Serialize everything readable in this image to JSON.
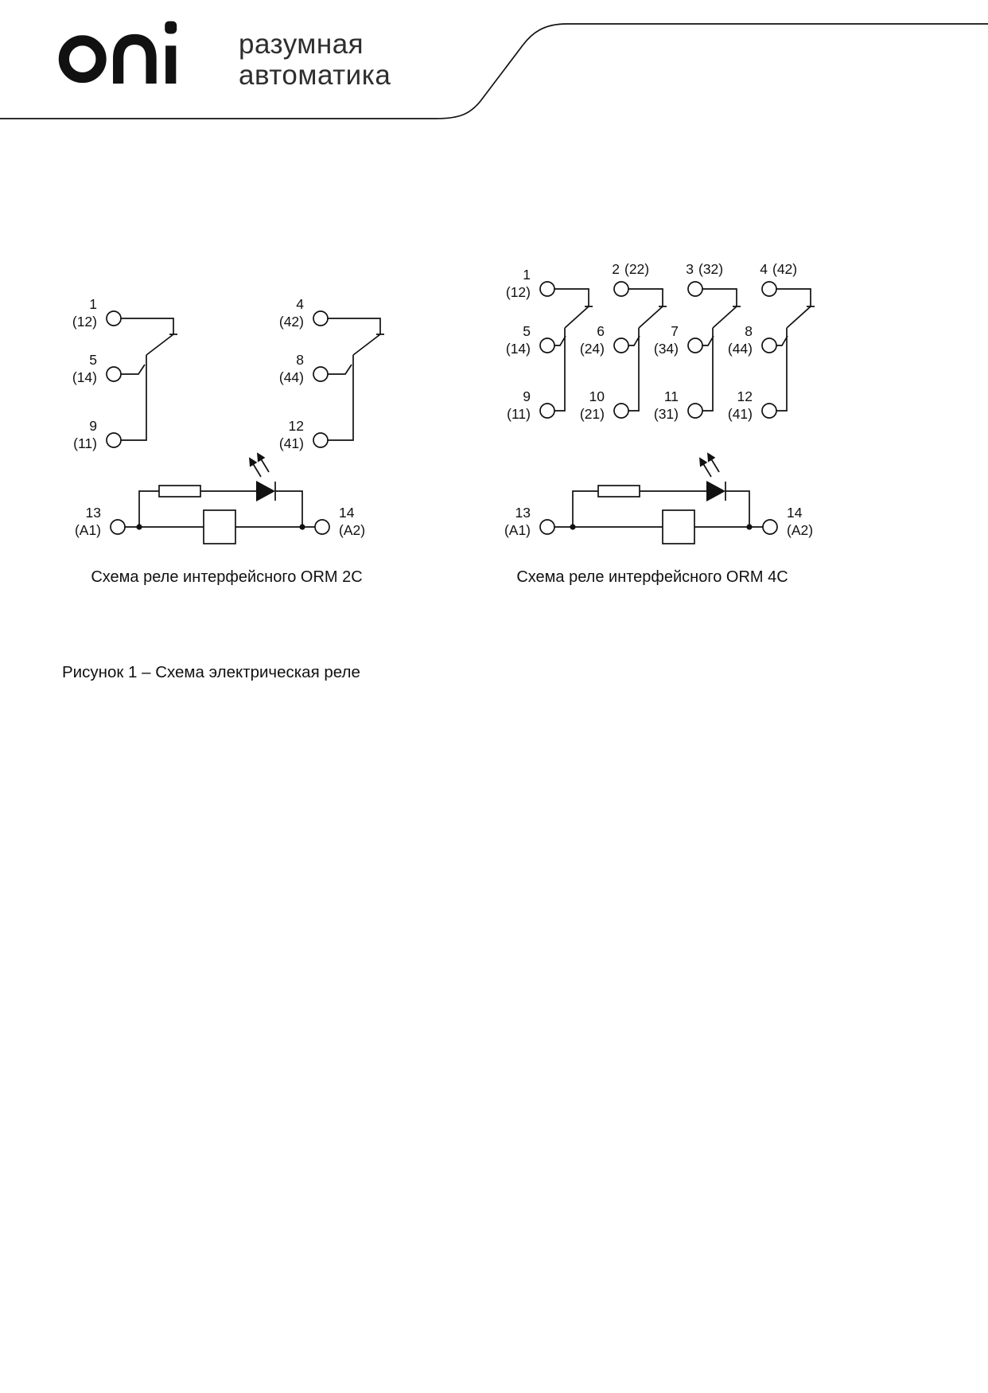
{
  "header": {
    "logo_text": "oni",
    "tagline_line1": "разумная",
    "tagline_line2": "автоматика"
  },
  "diagram_2c": {
    "caption": "Схема реле интерфейсного ORM 2C",
    "terminals": {
      "t1": {
        "num": "1",
        "code": "(12)"
      },
      "t5": {
        "num": "5",
        "code": "(14)"
      },
      "t9": {
        "num": "9",
        "code": "(11)"
      },
      "t4": {
        "num": "4",
        "code": "(42)"
      },
      "t8": {
        "num": "8",
        "code": "(44)"
      },
      "t12": {
        "num": "12",
        "code": "(41)"
      },
      "a1": {
        "num": "13",
        "code": "(A1)"
      },
      "a2": {
        "num": "14",
        "code": "(A2)"
      }
    }
  },
  "diagram_4c": {
    "caption": "Схема реле интерфейсного ORM 4C",
    "terminals": {
      "t1": {
        "num": "1",
        "code": "(12)"
      },
      "t2": {
        "num": "2",
        "code": "(22)"
      },
      "t3": {
        "num": "3",
        "code": "(32)"
      },
      "t4": {
        "num": "4",
        "code": "(42)"
      },
      "t5": {
        "num": "5",
        "code": "(14)"
      },
      "t6": {
        "num": "6",
        "code": "(24)"
      },
      "t7": {
        "num": "7",
        "code": "(34)"
      },
      "t8": {
        "num": "8",
        "code": "(44)"
      },
      "t9": {
        "num": "9",
        "code": "(11)"
      },
      "t10": {
        "num": "10",
        "code": "(21)"
      },
      "t11": {
        "num": "11",
        "code": "(31)"
      },
      "t12": {
        "num": "12",
        "code": "(41)"
      },
      "a1": {
        "num": "13",
        "code": "(A1)"
      },
      "a2": {
        "num": "14",
        "code": "(A2)"
      }
    }
  },
  "figure": {
    "caption": "Рисунок 1 – Схема электрическая реле"
  }
}
